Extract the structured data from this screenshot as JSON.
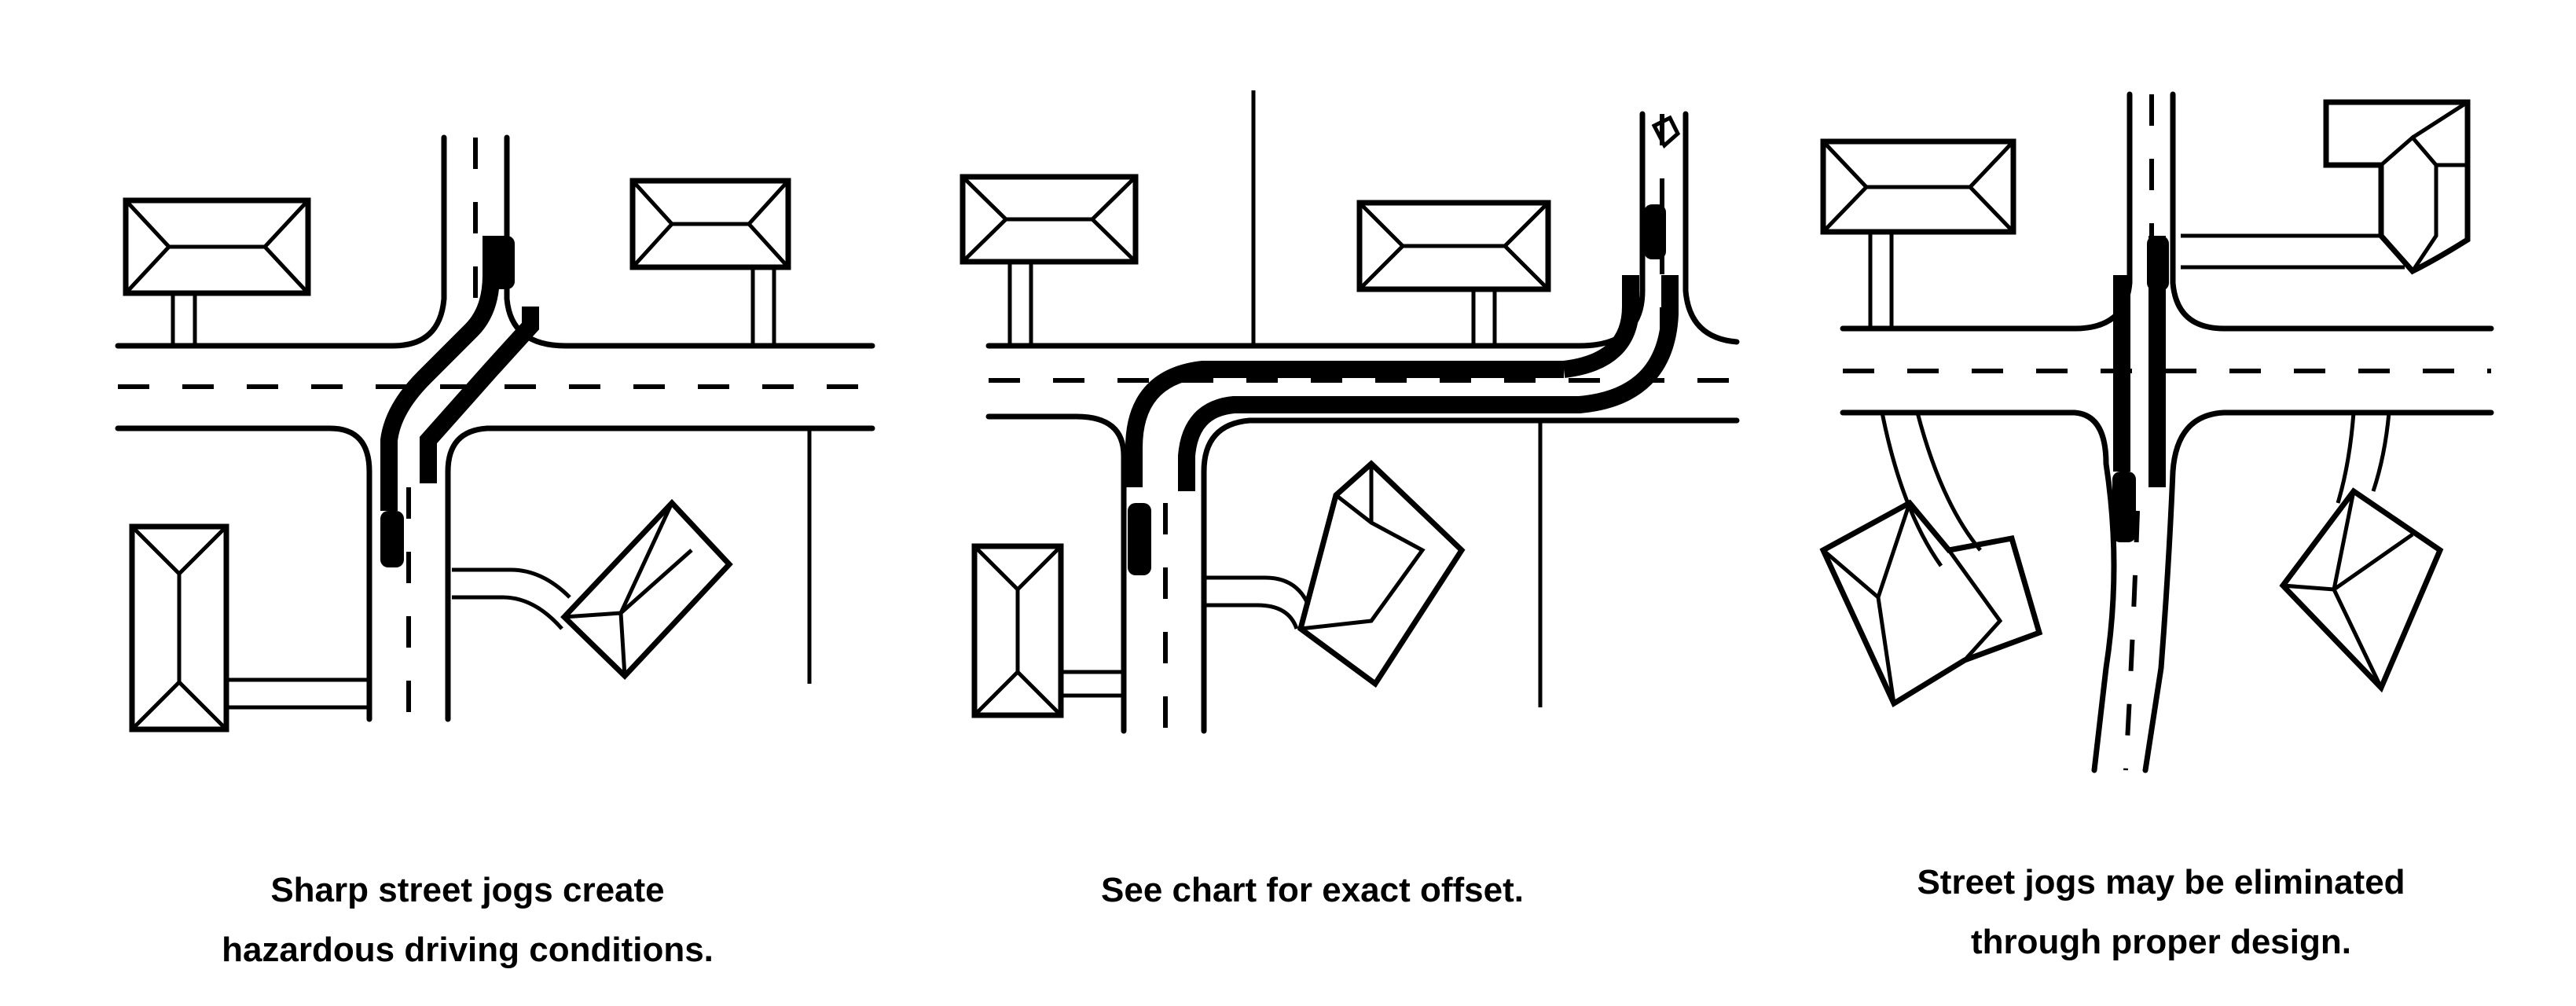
{
  "panels": [
    {
      "id": "left",
      "caption": [
        "Sharp street jogs create",
        "hazardous driving conditions."
      ]
    },
    {
      "id": "middle",
      "caption": [
        "See chart for exact offset."
      ]
    },
    {
      "id": "right",
      "caption": [
        "Street jogs may be eliminated",
        "through proper design."
      ]
    }
  ]
}
